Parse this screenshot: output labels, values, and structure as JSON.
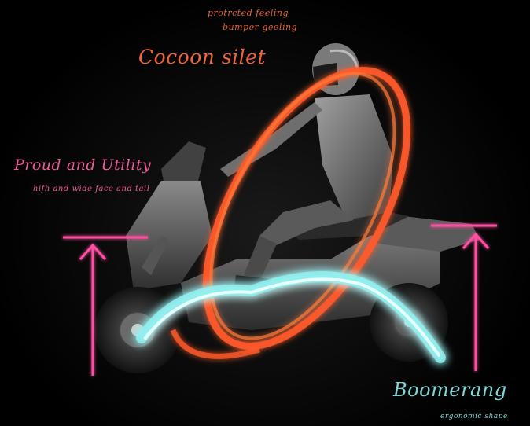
{
  "annotations": {
    "protected_feeling": "protrcted feeling",
    "bumper_feeling": "bumper geeling",
    "cocoon": "Cocoon silet",
    "proud_utility": "Proud and Utility",
    "proud_sub": "hifh and wide face and tail",
    "boomerang": "Boomerang",
    "boomerang_sub": "ergonomic shape"
  },
  "colors": {
    "background": "#000000",
    "cocoon_stroke": "#ff5a2a",
    "height_arrows": "#ff4fa3",
    "boomerang_glow": "#8ff0f0",
    "scooter_body": "#6e6e6e",
    "rider": "#8a8a8a"
  },
  "icons": {
    "left_arrow": "up-arrow-icon",
    "right_arrow": "up-arrow-icon"
  }
}
